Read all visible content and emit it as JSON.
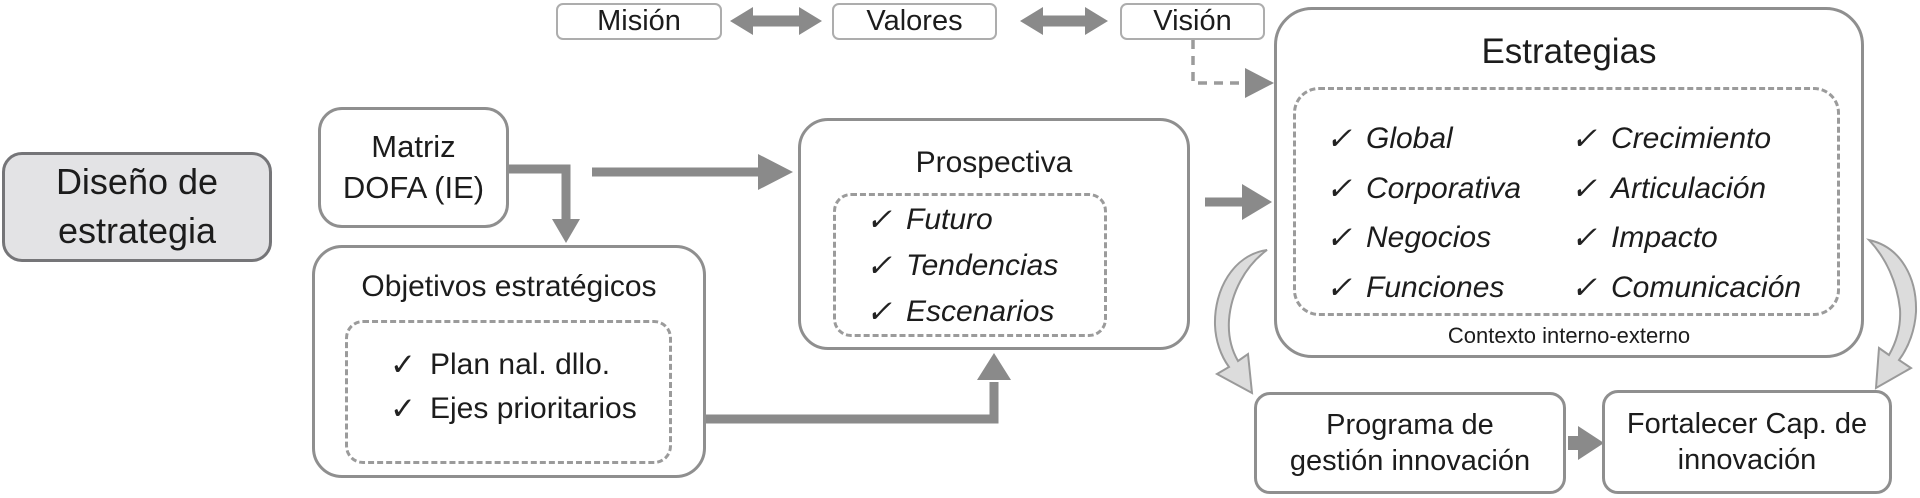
{
  "colors": {
    "arrow": "#8a8a8a",
    "box_border": "#8f8f8f",
    "top_box_border": "#adadad",
    "dashed_border": "#9b9b9b",
    "label_box_fill": "#e3e3e5",
    "swoosh_fill": "#dcdcdc",
    "text": "#1c1c1c"
  },
  "glyphs": {
    "check": "✓"
  },
  "label_box": {
    "text": "Diseño de\nestrategia"
  },
  "matriz": {
    "text": "Matriz\nDOFA (IE)"
  },
  "top_row": {
    "mision": "Misión",
    "valores": "Valores",
    "vision": "Visión"
  },
  "objetivos": {
    "title": "Objetivos estratégicos",
    "items": [
      "Plan nal. dllo.",
      "Ejes prioritarios"
    ]
  },
  "prospectiva": {
    "title": "Prospectiva",
    "items": [
      "Futuro",
      "Tendencias",
      "Escenarios"
    ]
  },
  "estrategias": {
    "title": "Estrategias",
    "col1": [
      "Global",
      "Corporativa",
      "Negocios",
      "Funciones"
    ],
    "col2": [
      "Crecimiento",
      "Articulación",
      "Impacto",
      "Comunicación"
    ],
    "caption": "Contexto interno-externo"
  },
  "programa": {
    "text": "Programa de\ngestión innovación"
  },
  "fortalecer": {
    "text": "Fortalecer Cap. de\ninnovación"
  }
}
